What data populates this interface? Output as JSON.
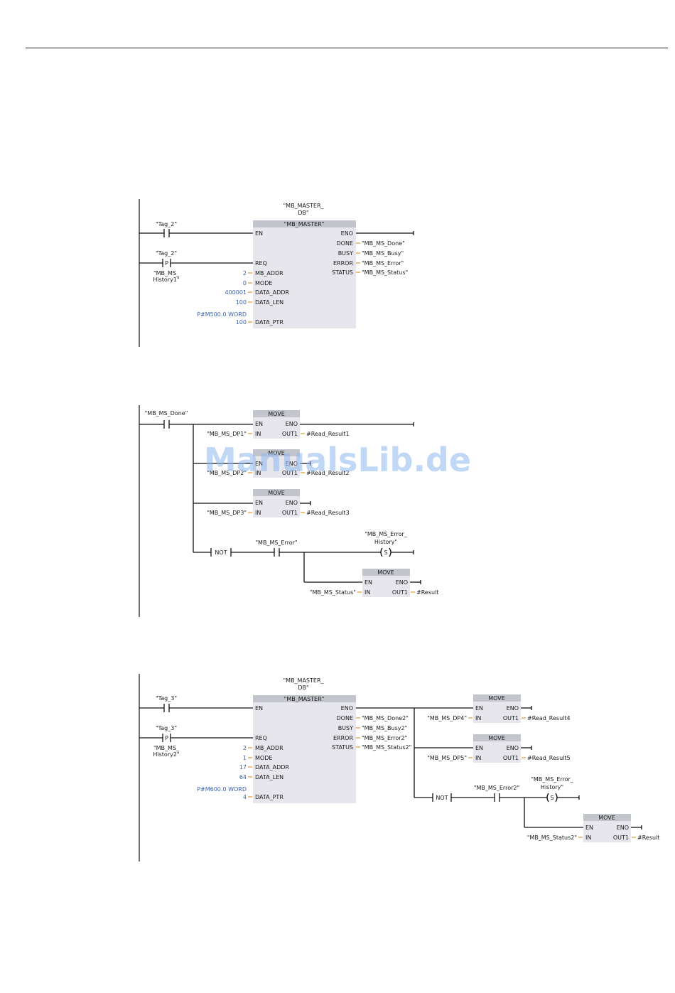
{
  "colors": {
    "literal_blue": "#3c5fb0",
    "block_fill": "#e6e6ec",
    "block_header": "#c3c5cc",
    "pin_orange": "#e0a040",
    "watermark": "#8fb7ef"
  },
  "watermark": "ManualsLib.de",
  "network1": {
    "instance_db": [
      "\"MB_MASTER_",
      "DB\""
    ],
    "block_name": "\"MB_MASTER\"",
    "contact1_tag": "\"Tag_2\"",
    "contact2_tag": "\"Tag_2\"",
    "contact2_symbol": "P",
    "contact2_mem": [
      "\"MB_MS_",
      "History1\""
    ],
    "in_pins": [
      "EN",
      "REQ",
      "MB_ADDR",
      "MODE",
      "DATA_ADDR",
      "DATA_LEN",
      "DATA_PTR"
    ],
    "in_values": [
      "2",
      "0",
      "400001",
      "100",
      "P#M500.0 WORD",
      "100"
    ],
    "out_pins": [
      "ENO",
      "DONE",
      "BUSY",
      "ERROR",
      "STATUS"
    ],
    "out_tags": [
      "\"MB_MS_Done\"",
      "\"MB_MS_Busy\"",
      "\"MB_MS_Error\"",
      "\"MB_MS_Status\""
    ]
  },
  "network2": {
    "contact_tag": "\"MB_MS_Done\"",
    "move_title": "MOVE",
    "move_pins": [
      "EN",
      "ENO",
      "IN",
      "OUT1"
    ],
    "moves": [
      {
        "in": "\"MB_MS_DP1\"",
        "out": "#Read_Result1"
      },
      {
        "in": "\"MB_MS_DP2\"",
        "out": "#Read_Result2"
      },
      {
        "in": "\"MB_MS_DP3\"",
        "out": "#Read_Result3"
      }
    ],
    "not_label": "NOT",
    "error_contact": "\"MB_MS_Error\"",
    "coil_tag": [
      "\"MB_MS_Error_",
      "History\""
    ],
    "coil_symbol": "S",
    "status_in": "\"MB_MS_Status\"",
    "status_out": "#Result"
  },
  "network3": {
    "instance_db": [
      "\"MB_MASTER_",
      "DB\""
    ],
    "block_name": "\"MB_MASTER\"",
    "contact1_tag": "\"Tag_3\"",
    "contact2_tag": "\"Tag_3\"",
    "contact2_symbol": "P",
    "contact2_mem": [
      "\"MB_MS_",
      "History2\""
    ],
    "in_pins": [
      "EN",
      "REQ",
      "MB_ADDR",
      "MODE",
      "DATA_ADDR",
      "DATA_LEN",
      "DATA_PTR"
    ],
    "in_values": [
      "2",
      "1",
      "17",
      "64",
      "P#M600.0 WORD",
      "4"
    ],
    "out_pins": [
      "ENO",
      "DONE",
      "BUSY",
      "ERROR",
      "STATUS"
    ],
    "out_tags": [
      "\"MB_MS_Done2\"",
      "\"MB_MS_Busy2\"",
      "\"MB_MS_Error2\"",
      "\"MB_MS_Status2\""
    ],
    "move_title": "MOVE",
    "move_pins": [
      "EN",
      "ENO",
      "IN",
      "OUT1"
    ],
    "moves": [
      {
        "in": "\"MB_MS_DP4\"",
        "out": "#Read_Result4"
      },
      {
        "in": "\"MB_MS_DP5\"",
        "out": "#Read_Result5"
      }
    ],
    "not_label": "NOT",
    "error_contact": "\"MB_MS_Error2\"",
    "coil_tag": [
      "\"MB_MS_Error_",
      "History\""
    ],
    "coil_symbol": "S",
    "status_in": "\"MB_MS_Status2\"",
    "status_out": "#Result"
  }
}
